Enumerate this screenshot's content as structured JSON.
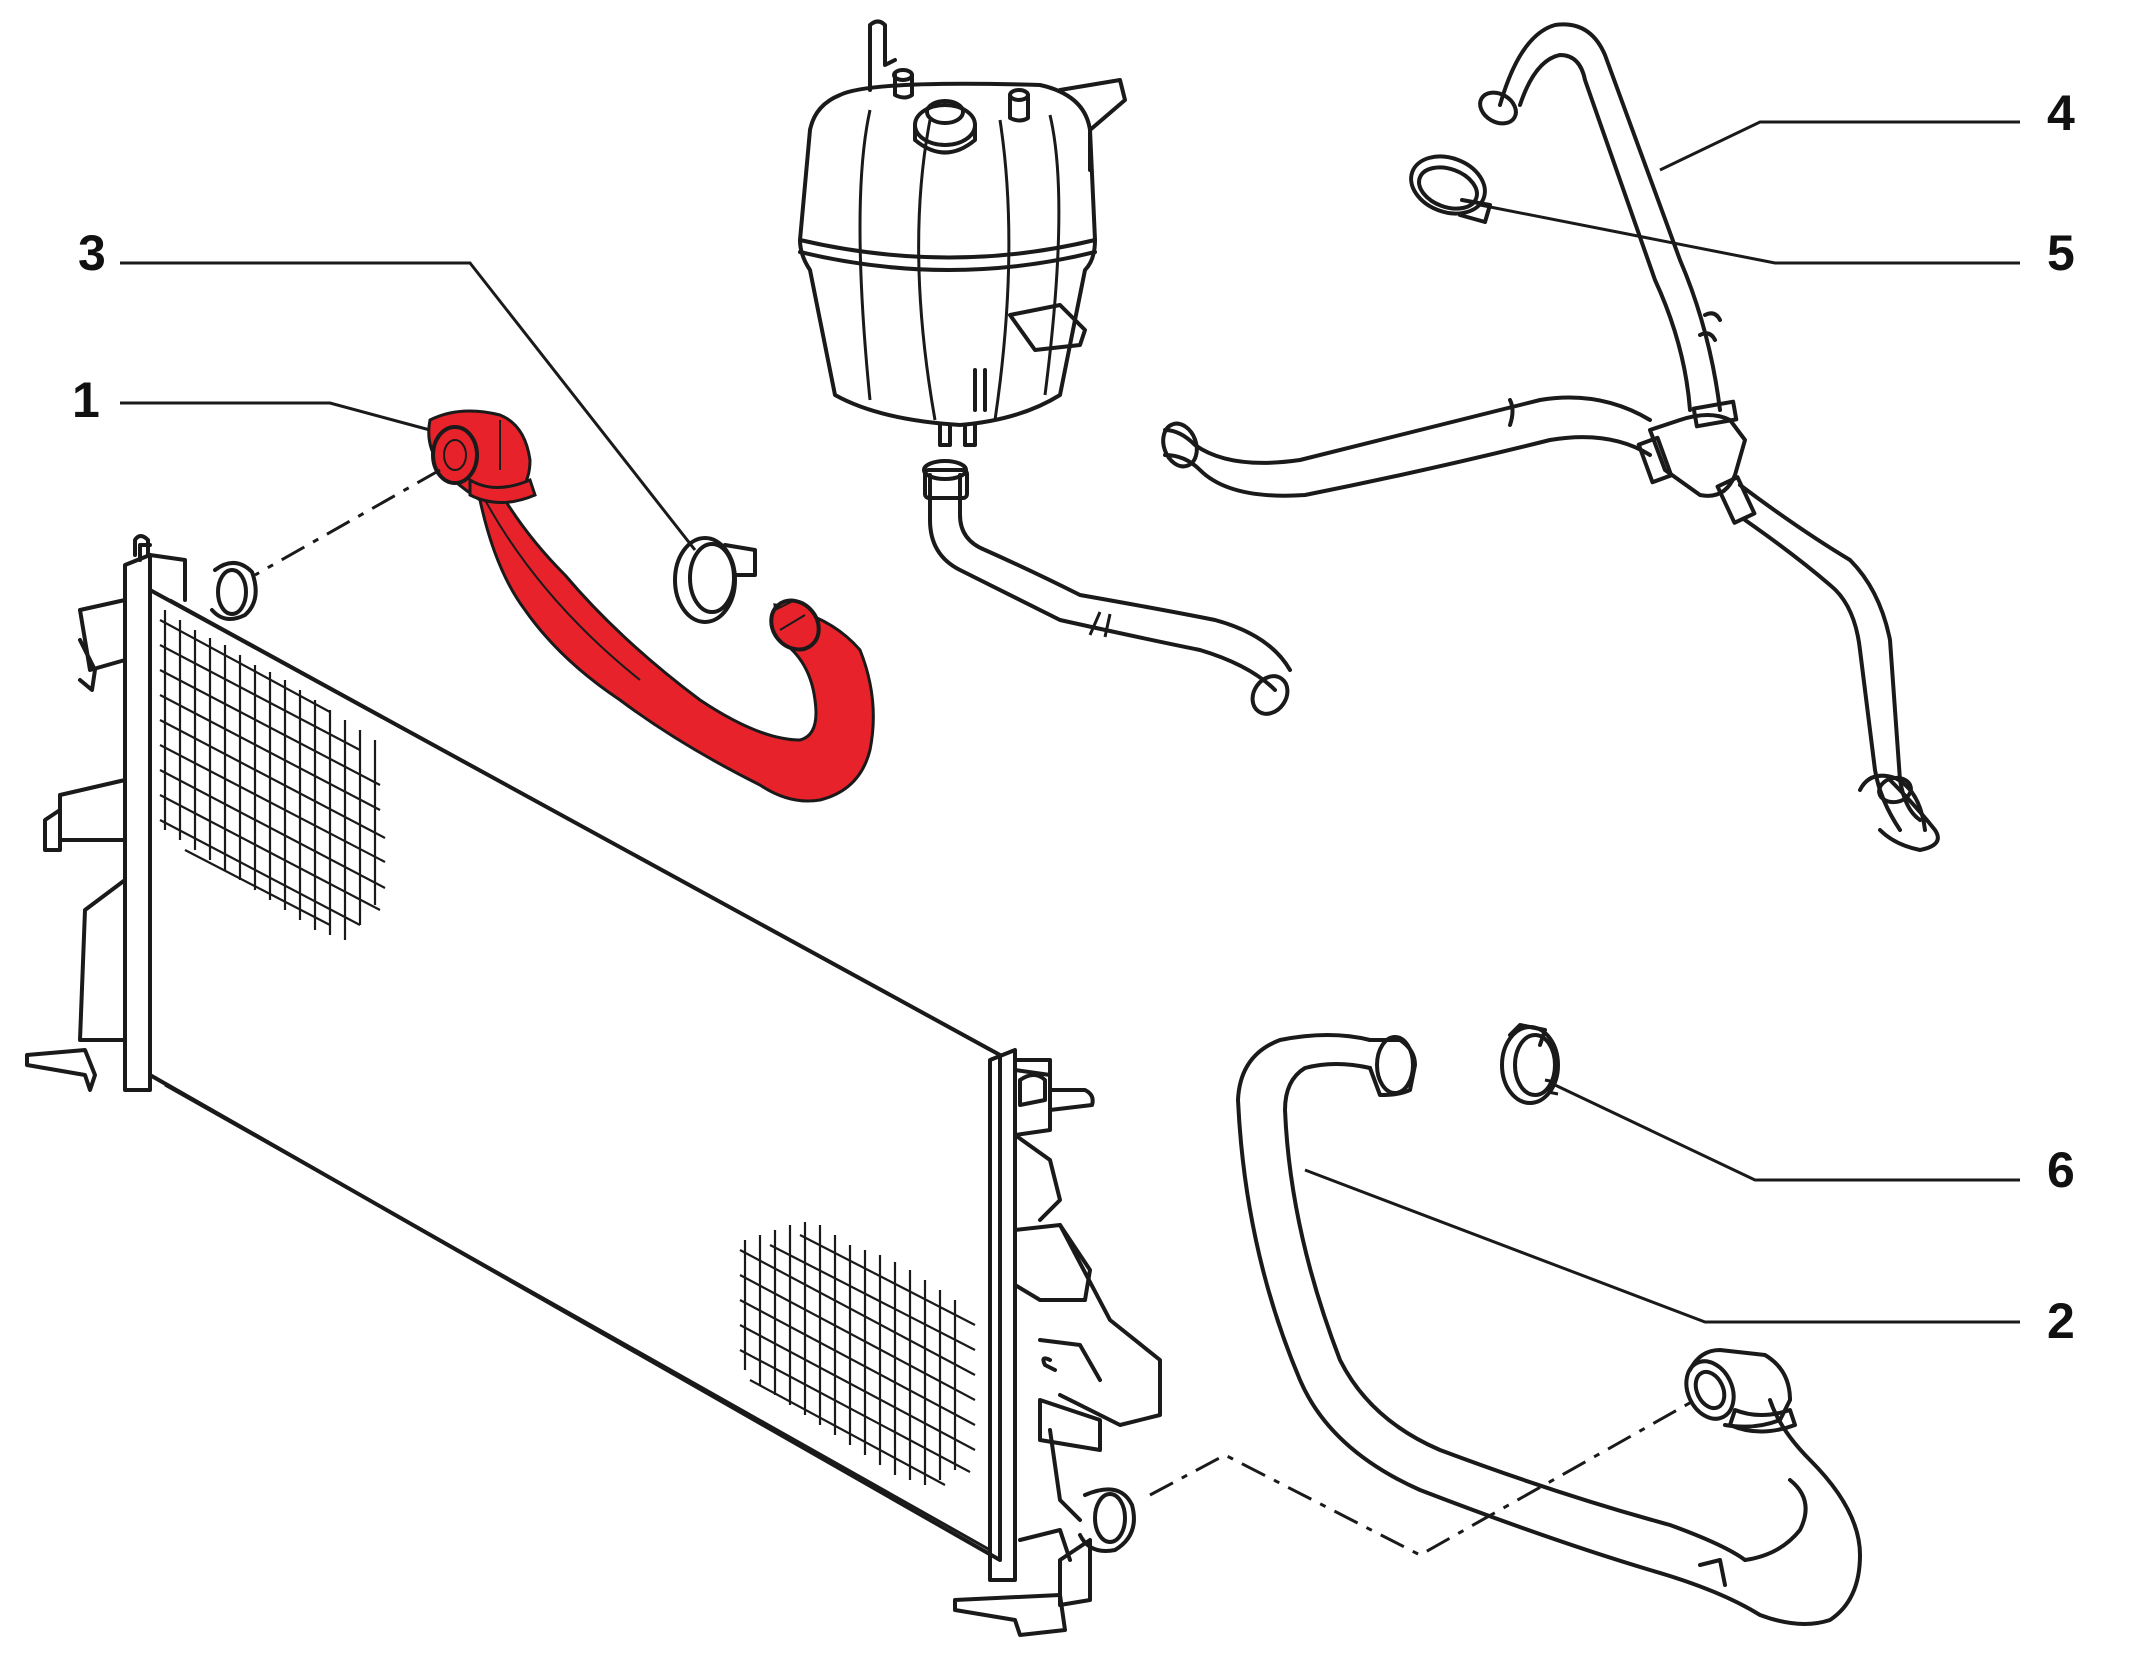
{
  "callouts": [
    {
      "id": "1",
      "label": "1"
    },
    {
      "id": "2",
      "label": "2"
    },
    {
      "id": "3",
      "label": "3"
    },
    {
      "id": "4",
      "label": "4"
    },
    {
      "id": "5",
      "label": "5"
    },
    {
      "id": "6",
      "label": "6"
    }
  ],
  "colors": {
    "highlight": "#e8222a",
    "line": "#1a1a1a",
    "background": "#ffffff"
  }
}
